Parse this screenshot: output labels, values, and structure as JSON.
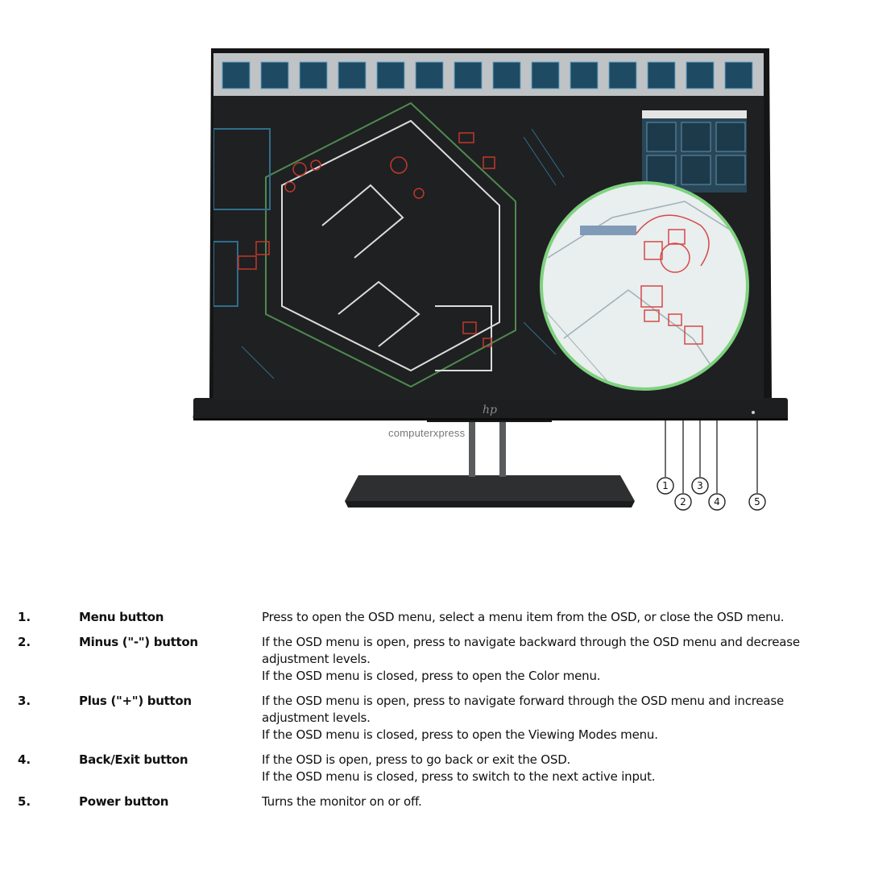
{
  "figure": {
    "brand_logo": "hp",
    "watermark": "computerxpress",
    "callouts": [
      "1",
      "2",
      "3",
      "4",
      "5"
    ]
  },
  "buttons": [
    {
      "number": "1.",
      "name": "Menu button",
      "description": [
        "Press to open the OSD menu, select a menu item from the OSD, or close the OSD menu."
      ]
    },
    {
      "number": "2.",
      "name": "Minus (\"-\") button",
      "description": [
        "If the OSD menu is open, press to navigate backward through the OSD menu and decrease",
        "adjustment levels.",
        "If the OSD menu is closed, press to open the Color menu."
      ]
    },
    {
      "number": "3.",
      "name": "Plus (\"+\") button",
      "description": [
        "If the OSD menu is open, press to navigate forward through the OSD menu and increase",
        "adjustment levels.",
        "If the OSD menu is closed, press to open the Viewing Modes menu."
      ]
    },
    {
      "number": "4.",
      "name": "Back/Exit button",
      "description": [
        "If the OSD is open, press to go back or exit the OSD.",
        "If the OSD menu is closed, press to switch to the next active input."
      ]
    },
    {
      "number": "5.",
      "name": "Power button",
      "description": [
        "Turns the monitor on or off."
      ]
    }
  ]
}
